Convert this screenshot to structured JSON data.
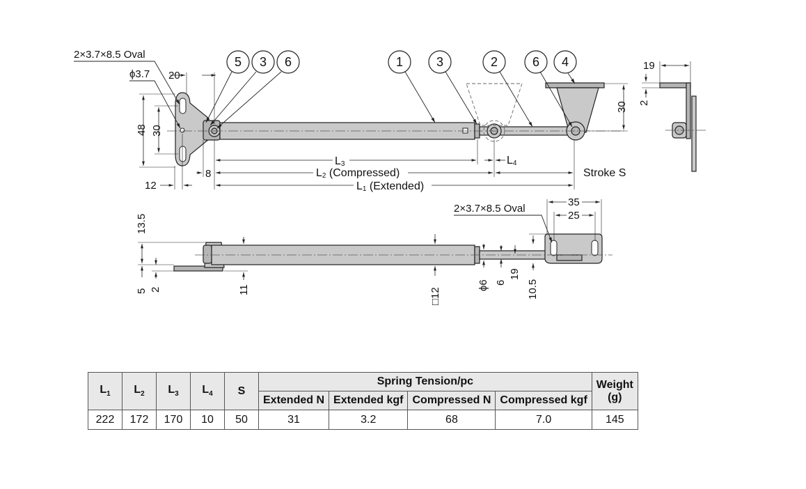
{
  "labels": {
    "oval_top": "2×3.7×8.5 Oval",
    "oval_bottom": "2×3.7×8.5 Oval",
    "phi37": "ϕ3.7",
    "stroke": "Stroke S",
    "l1_paren": " (Extended)",
    "l2_paren": " (Compressed)",
    "phi6": "ϕ6",
    "sq12": "□12"
  },
  "bubbles": [
    "5",
    "3",
    "6",
    "1",
    "3",
    "2",
    "6",
    "4"
  ],
  "dims": {
    "d20": "20",
    "d48": "48",
    "d30a": "30",
    "d12": "12",
    "d8": "8",
    "d30b": "30",
    "d19top": "19",
    "d2top": "2",
    "d13_5": "13.5",
    "d5": "5",
    "d2": "2",
    "d11": "11",
    "d35": "35",
    "d25": "25",
    "d6": "6",
    "d19": "19",
    "d10_5": "10.5"
  },
  "table": {
    "headers": {
      "l1": "L",
      "l1_sub": "1",
      "l2": "L",
      "l2_sub": "2",
      "l3": "L",
      "l3_sub": "3",
      "l4": "L",
      "l4_sub": "4",
      "s": "S",
      "spring": "Spring Tension/pc",
      "weight_line1": "Weight",
      "weight_line2": "(g)",
      "ext_n": "Extended N",
      "ext_kgf": "Extended kgf",
      "comp_n": "Compressed N",
      "comp_kgf": "Compressed kgf"
    },
    "row": {
      "l1": "222",
      "l2": "172",
      "l3": "170",
      "l4": "10",
      "s": "50",
      "ext_n": "31",
      "ext_kgf": "3.2",
      "comp_n": "68",
      "comp_kgf": "7.0",
      "weight": "145"
    }
  }
}
